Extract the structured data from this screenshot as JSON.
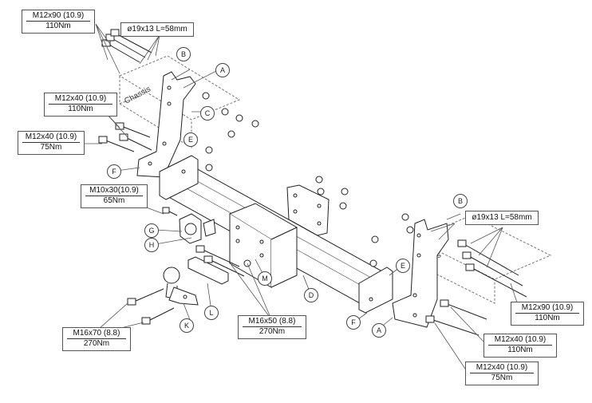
{
  "specs": {
    "s1": {
      "name": "M12x90 (10.9)",
      "torque": "110Nm"
    },
    "s2": {
      "text": "ø19x13 L=58mm"
    },
    "s3": {
      "name": "M12x40 (10.9)",
      "torque": "110Nm"
    },
    "s4": {
      "name": "M12x40 (10.9)",
      "torque": "75Nm"
    },
    "s5": {
      "name": "M10x30(10.9)",
      "torque": "65Nm"
    },
    "s6": {
      "name": "M16x50 (8.8)",
      "torque": "270Nm"
    },
    "s7": {
      "name": "M16x70 (8.8)",
      "torque": "270Nm"
    },
    "s8": {
      "text": "ø19x13 L=58mm"
    },
    "s9": {
      "name": "M12x90 (10.9)",
      "torque": "110Nm"
    },
    "s10": {
      "name": "M12x40 (10.9)",
      "torque": "110Nm"
    },
    "s11": {
      "name": "M12x40 (10.9)",
      "torque": "75Nm"
    }
  },
  "chassis_label": "Chassis",
  "parts": {
    "a": "A",
    "b": "B",
    "c": "C",
    "d": "D",
    "e": "E",
    "f": "F",
    "g": "G",
    "h": "H",
    "k": "K",
    "l": "L",
    "m": "M"
  }
}
